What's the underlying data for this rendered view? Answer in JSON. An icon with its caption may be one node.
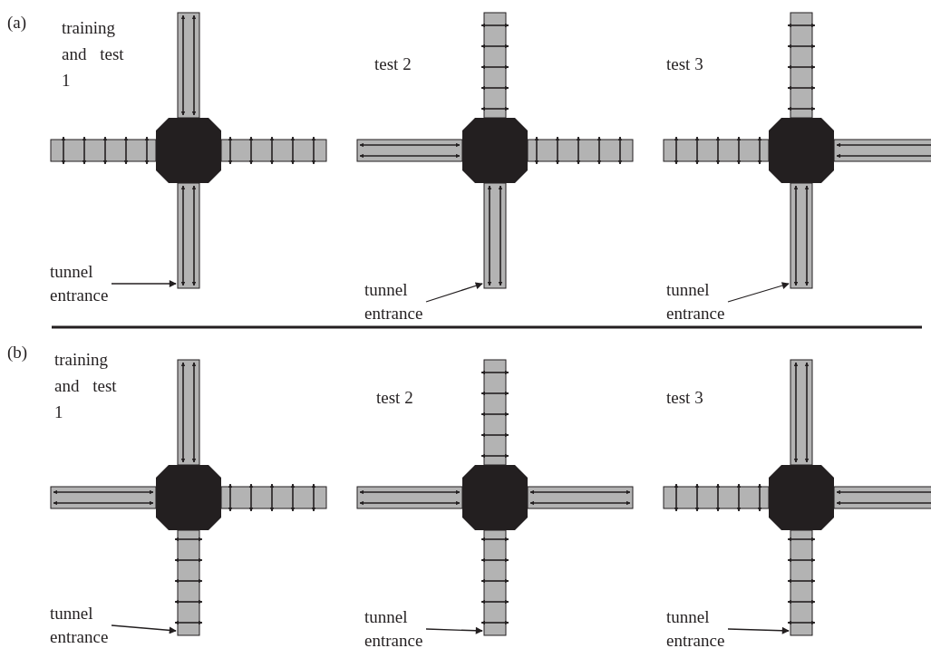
{
  "diagram": {
    "nodes": [
      {
        "text": [
          "tunnel entrance"
        ]
      },
      {
        "text": [
          "tunnel entrance"
        ]
      },
      {
        "text": [
          "tunnel entrance"
        ]
      },
      {
        "text": [
          "tunnel entrance"
        ]
      },
      {
        "text": [
          "tunnel entrance"
        ]
      },
      {
        "text": [
          "tunnel entrance"
        ]
      },
      {
        "text": [],
        "shape": "box"
      },
      {
        "text": [],
        "shape": "box"
      },
      {
        "text": [],
        "shape": "box"
      },
      {
        "text": [],
        "shape": "box"
      },
      {
        "text": [],
        "shape": "box"
      },
      {
        "text": [],
        "shape": "box"
      }
    ],
    "edges": [
      {
        "from": 0,
        "to": 6,
        "arrow": "to"
      },
      {
        "from": 1,
        "to": 7,
        "arrow": "to"
      },
      {
        "from": 2,
        "to": 8,
        "arrow": "to"
      },
      {
        "from": 3,
        "to": 9,
        "arrow": "to"
      },
      {
        "from": 4,
        "to": 10,
        "arrow": "to"
      },
      {
        "from": 5,
        "to": 11,
        "arrow": "to"
      }
    ],
    "labels": [
      "(a)",
      "training and test 1",
      "test 2",
      "test 3",
      "(b)",
      "training and test 1",
      "test 2",
      "test 3"
    ]
  }
}
